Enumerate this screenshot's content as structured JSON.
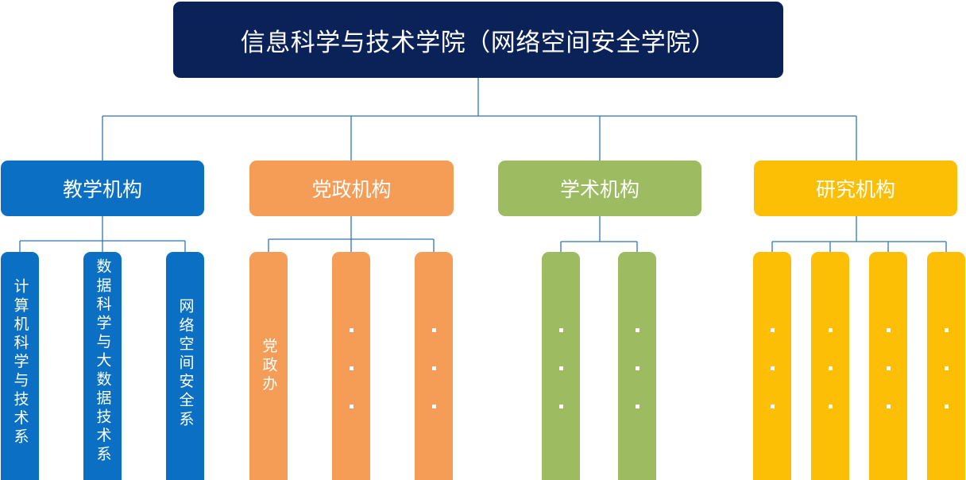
{
  "title": "信息科学与技术学院（网络空间安全学院）",
  "colors": {
    "title": "#0a2258",
    "teaching": "#0b70c4",
    "party": "#f59d57",
    "academic": "#9dbb61",
    "research": "#fdbf05",
    "connector": "#2e75b6"
  },
  "categories": [
    {
      "label": "教学机构",
      "children": [
        "计算机科学与技术系",
        "数据科学与大数据技术系",
        "网络空间安全系"
      ]
    },
    {
      "label": "党政机构",
      "children": [
        "党政办",
        "…",
        "…"
      ]
    },
    {
      "label": "学术机构",
      "children": [
        "…",
        "…"
      ]
    },
    {
      "label": "研究机构",
      "children": [
        "…",
        "…",
        "…",
        "…"
      ]
    }
  ]
}
